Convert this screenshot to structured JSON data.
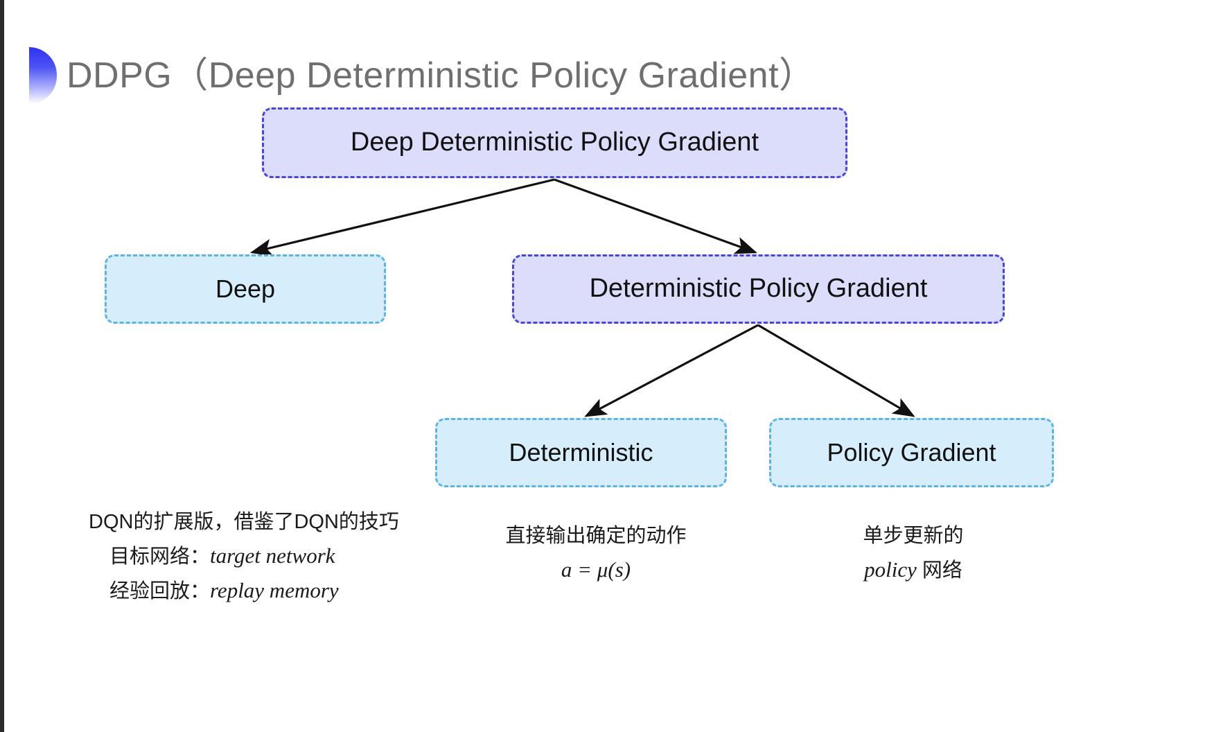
{
  "slide": {
    "title": "DDPG（Deep Deterministic Policy Gradient）",
    "background_color": "#ffffff",
    "bullet_gradient_from": "#2f33f2",
    "bullet_gradient_to": "#ffffff",
    "title_color": "#6f6f6f"
  },
  "colors": {
    "purple_fill": "#dcdcfb",
    "purple_border": "#4a43e3",
    "blue_fill": "#d6eefb",
    "blue_border": "#5cb4e6",
    "arrow": "#111111"
  },
  "diagram": {
    "type": "tree",
    "nodes": [
      {
        "id": "root",
        "label": "Deep Deterministic Policy Gradient",
        "style": "purple"
      },
      {
        "id": "deep",
        "label": "Deep",
        "style": "blue"
      },
      {
        "id": "dpg",
        "label": "Deterministic Policy Gradient",
        "style": "purple"
      },
      {
        "id": "deterministic",
        "label": "Deterministic",
        "style": "blue"
      },
      {
        "id": "policy_gradient",
        "label": "Policy Gradient",
        "style": "blue"
      }
    ],
    "edges": [
      {
        "from": "root",
        "to": "deep"
      },
      {
        "from": "root",
        "to": "dpg"
      },
      {
        "from": "dpg",
        "to": "deterministic"
      },
      {
        "from": "dpg",
        "to": "policy_gradient"
      }
    ]
  },
  "annotations": {
    "left": {
      "line1": "DQN的扩展版，借鉴了DQN的技巧",
      "line2_label": "目标网络：",
      "line2_term": "target network",
      "line3_label": "经验回放：",
      "line3_term": "replay memory"
    },
    "middle": {
      "line1": "直接输出确定的动作",
      "formula": "a = μ(s)"
    },
    "right": {
      "line1": "单步更新的",
      "line2_term": "policy",
      "line2_suffix": " 网络"
    }
  }
}
